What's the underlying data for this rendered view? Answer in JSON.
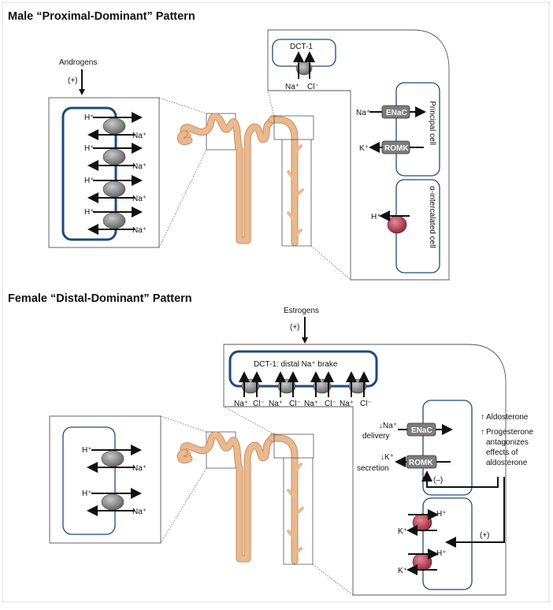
{
  "male": {
    "title": "Male “Proximal-Dominant” Pattern",
    "hormone": "Androgens",
    "effect": "(+)",
    "pt": {
      "h": "H⁺",
      "na": "Na⁺"
    },
    "dct": {
      "label": "DCT-1",
      "na": "Na⁺",
      "cl": "Cl⁻"
    },
    "principal": {
      "label": "Principal cell",
      "na": "Na⁺",
      "k": "K⁺",
      "enac": "ENaC",
      "romk": "ROMK"
    },
    "intercalated": {
      "label": "α-intercalated cell",
      "h": "H⁺"
    }
  },
  "female": {
    "title": "Female “Distal-Dominant” Pattern",
    "hormone": "Estrogens",
    "effect": "(+)",
    "pt": {
      "h": "H⁺",
      "na": "Na⁺"
    },
    "dct": {
      "label": "DCT-1: distal Na⁺ brake",
      "na": "Na⁺",
      "cl": "Cl⁻"
    },
    "principal": {
      "na_line1": "↓Na⁺",
      "na_line2": "delivery",
      "k_line1": "↓K⁺",
      "k_line2": "secretion",
      "enac": "ENaC",
      "romk": "ROMK",
      "inhibit": "(–)"
    },
    "notes": {
      "aldosterone": "Aldosterone",
      "progesterone": [
        "Progesterone",
        "antagonizes",
        "effects of",
        "aldosterone"
      ],
      "up_arrow": "↑",
      "stim": "(+)"
    },
    "intercalated": {
      "h": "H⁺",
      "k": "K⁺"
    }
  },
  "colors": {
    "membrane": "#1d4a7a",
    "tubule": "#e9b98f",
    "exchanger": "#8a8a8a",
    "atpase": "#b7485a"
  }
}
